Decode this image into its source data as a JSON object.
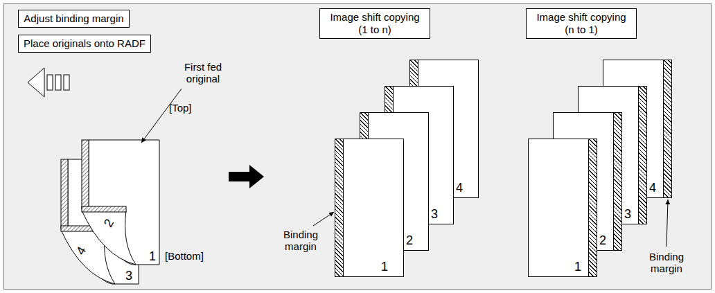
{
  "diagram": {
    "nodes": [
      {
        "text": [
          "Adjust binding margin"
        ]
      },
      {
        "text": [
          "Place originals onto RADF"
        ]
      },
      {
        "text": [
          "Image shift copying (1 to n)"
        ]
      },
      {
        "text": [
          "Image shift copying (n to 1)"
        ]
      },
      {
        "text": [
          "1"
        ]
      },
      {
        "text": [
          "2"
        ]
      },
      {
        "text": [
          "3"
        ]
      },
      {
        "text": [
          "4"
        ]
      },
      {
        "text": [
          "1"
        ]
      },
      {
        "text": [
          "2"
        ]
      },
      {
        "text": [
          "3"
        ]
      },
      {
        "text": [
          "4"
        ]
      }
    ],
    "labels": [
      "First fed original",
      "[Top]",
      "[Bottom]",
      "1",
      "2",
      "3",
      "4",
      "Binding margin",
      "Binding margin"
    ]
  }
}
